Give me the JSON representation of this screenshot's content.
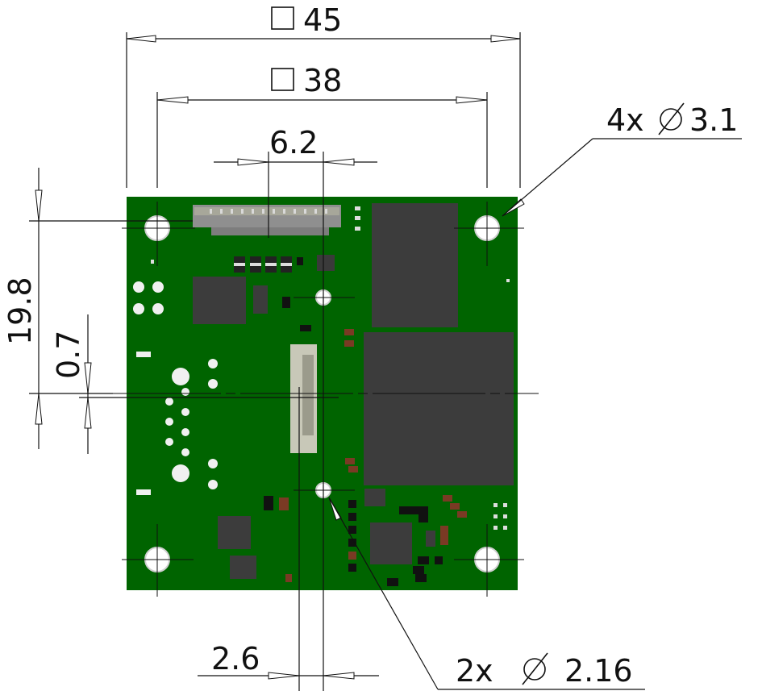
{
  "board": {
    "color": "#006400",
    "component_color": "#3c3c3c",
    "connector_color": "#a7a79a"
  },
  "dimensions": {
    "outer_square": {
      "symbol": "square",
      "value": "45"
    },
    "hole_square": {
      "symbol": "square",
      "value": "38"
    },
    "connector_width": {
      "value": "6.2"
    },
    "height": {
      "value": "19.8"
    },
    "offset_small": {
      "value": "0.7"
    },
    "offset_bottom": {
      "value": "2.6"
    }
  },
  "callouts": {
    "mount_holes": {
      "count": "4x",
      "symbol": "⌀",
      "value": "3.1"
    },
    "small_holes": {
      "count": "2x",
      "symbol": "⌀",
      "value": "2.16"
    }
  }
}
